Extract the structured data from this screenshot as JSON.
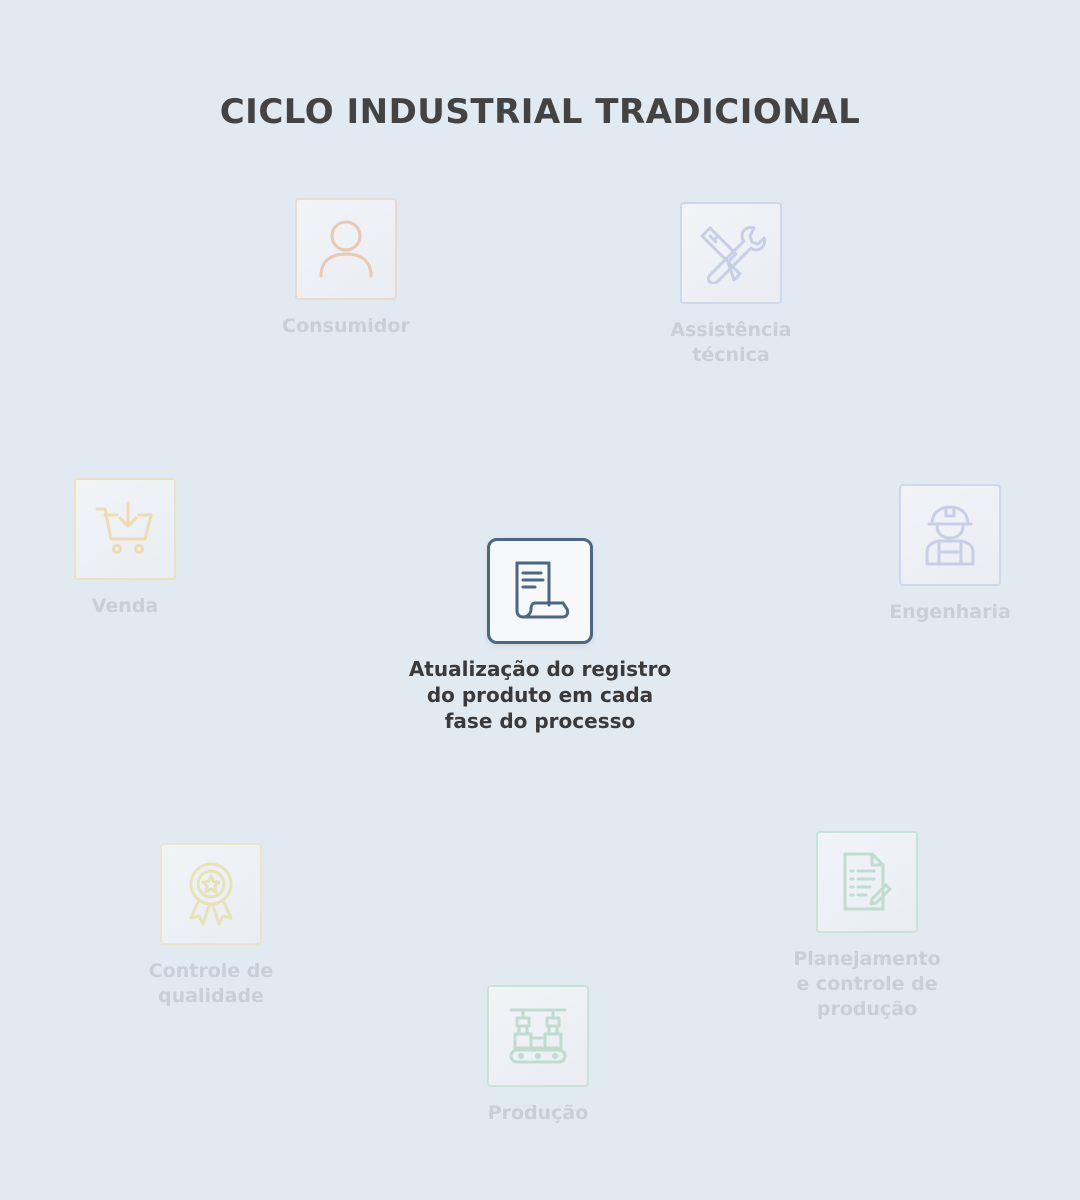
{
  "title": "CICLO INDUSTRIAL TRADICIONAL",
  "center": {
    "label_lines": [
      "Atualização do registro",
      "do produto em cada",
      "fase do processo"
    ],
    "icon": "document-scroll-icon",
    "color": "#4b6783"
  },
  "stages": [
    {
      "key": "consumidor",
      "label_lines": [
        "Consumidor"
      ],
      "icon": "user-icon",
      "color": "#e8c9b1"
    },
    {
      "key": "assistencia",
      "label_lines": [
        "Assistência",
        "técnica"
      ],
      "icon": "tools-icon",
      "color": "#c7cfe6"
    },
    {
      "key": "engenharia",
      "label_lines": [
        "Engenharia"
      ],
      "icon": "engineer-icon",
      "color": "#c7cfe6"
    },
    {
      "key": "planejamento",
      "label_lines": [
        "Planejamento",
        "e controle de",
        "produção"
      ],
      "icon": "checklist-icon",
      "color": "#bfdccf"
    },
    {
      "key": "producao",
      "label_lines": [
        "Produção"
      ],
      "icon": "factory-line-icon",
      "color": "#bfdccf"
    },
    {
      "key": "controle",
      "label_lines": [
        "Controle de",
        "qualidade"
      ],
      "icon": "award-badge-icon",
      "color": "#e7e3b8"
    },
    {
      "key": "venda",
      "label_lines": [
        "Venda"
      ],
      "icon": "cart-download-icon",
      "color": "#ecdcb0"
    }
  ]
}
